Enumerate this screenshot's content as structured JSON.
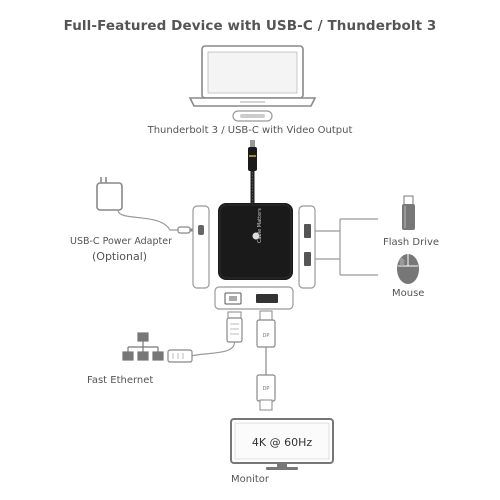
{
  "title": "Full-Featured Device with USB-C / Thunderbolt 3",
  "labels": {
    "thunderbolt": "Thunderbolt 3 / USB-C with Video Output",
    "power_adapter": "USB-C Power Adapter",
    "power_optional": "(Optional)",
    "flash_drive": "Flash Drive",
    "mouse": "Mouse",
    "ethernet": "Fast Ethernet",
    "monitor": "Monitor",
    "monitor_resolution": "4K @ 60Hz"
  },
  "brand_logo_text": "Cable Matters",
  "icons": [
    "laptop-icon",
    "usb-c-port-icon",
    "power-adapter-icon",
    "flash-drive-icon",
    "mouse-icon",
    "network-icon",
    "ethernet-plug-icon",
    "displayport-plug-icon",
    "monitor-icon"
  ],
  "colors": {
    "text": "#555555",
    "line_art": "#888888",
    "hub_body": "#1a1a1a",
    "cable": "#222222",
    "cable_accent": "#d4a64a"
  }
}
